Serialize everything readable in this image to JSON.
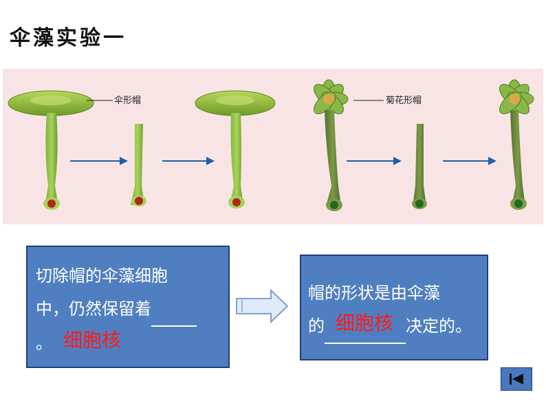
{
  "title": "伞藻实验一",
  "figure": {
    "label_umbrella": "伞形帽",
    "label_chrysanthemum": "菊花形帽"
  },
  "box_left": {
    "line1": "切除帽的伞藻细胞",
    "line2": "中，仍然保留着",
    "line3": "。",
    "answer": "细胞核"
  },
  "box_right": {
    "line1": "帽的形状是由伞藻",
    "line2_prefix": "的",
    "line2_suffix": "决定的。",
    "answer": "细胞核"
  },
  "nav": {
    "icon": "skip-back-icon"
  },
  "colors": {
    "box_fill": "#4f7fc0",
    "answer": "#ff1a1a",
    "figure_bg": "#f8e4e4",
    "arrow": "#1f5fa8"
  }
}
